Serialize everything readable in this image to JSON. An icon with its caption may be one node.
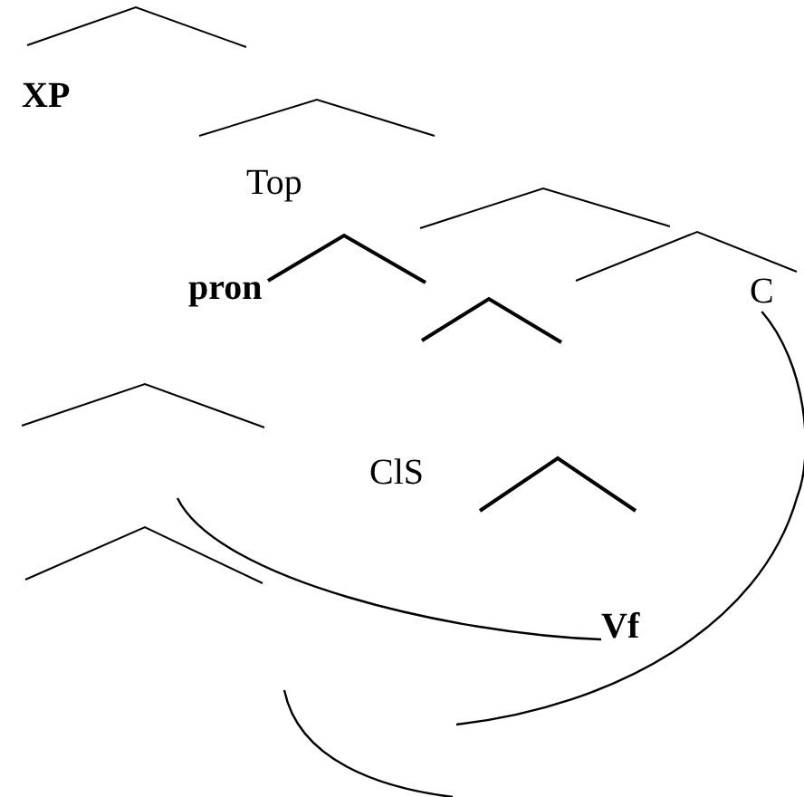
{
  "diagram": {
    "nodes": [
      {
        "text": [
          "XP"
        ]
      },
      {
        "text": [
          "Top"
        ]
      },
      {
        "text": [
          "pron"
        ]
      },
      {
        "text": [
          "C"
        ]
      },
      {
        "text": [
          "ClS"
        ]
      },
      {
        "text": [
          "Vf"
        ]
      }
    ],
    "edges": [
      {
        "from": 5,
        "to": null,
        "arrow": "none"
      },
      {
        "from": 3,
        "to": null,
        "arrow": "none"
      }
    ]
  }
}
